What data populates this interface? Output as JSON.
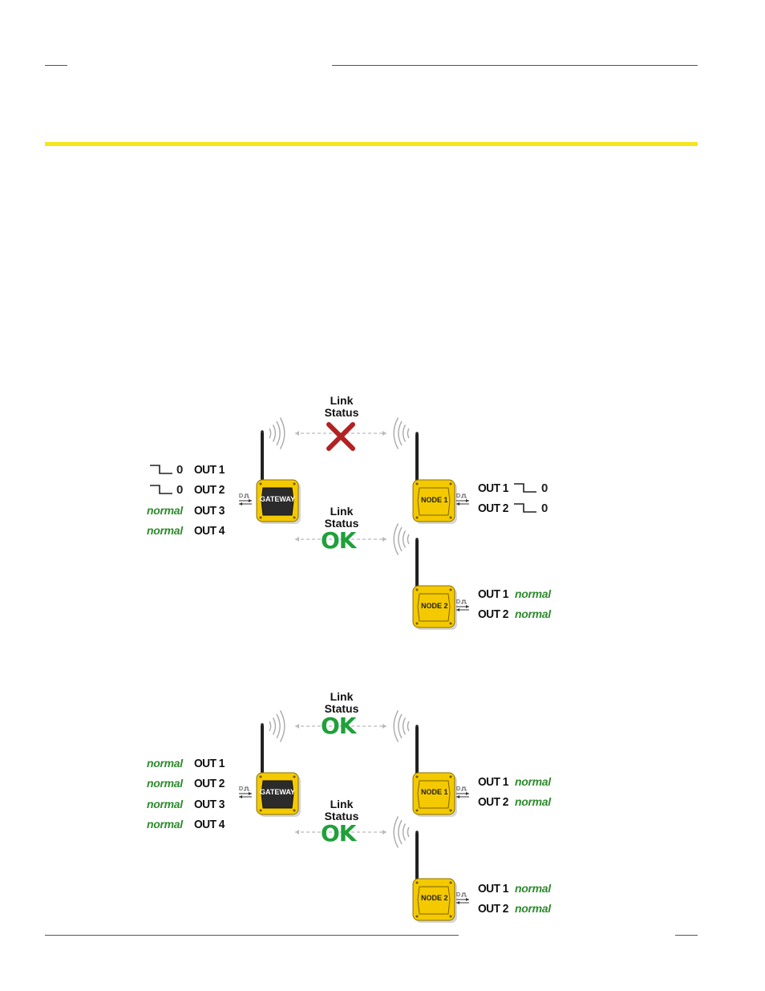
{
  "colors": {
    "yellow": "#f5e61a",
    "device_yellow": "#f4c900",
    "ok_green": "#1fa03a",
    "normal_green": "#2e8b2e",
    "fail_red": "#b22222",
    "rule_gray": "#555555"
  },
  "diagrams": [
    {
      "gateway": {
        "label": "GATEWAY",
        "outputs": [
          {
            "label": "OUT 1",
            "state": "0",
            "mode": "pulse"
          },
          {
            "label": "OUT 2",
            "state": "0",
            "mode": "pulse"
          },
          {
            "label": "OUT 3",
            "state": "normal",
            "mode": "text"
          },
          {
            "label": "OUT 4",
            "state": "normal",
            "mode": "text"
          }
        ]
      },
      "link1": {
        "title1": "Link",
        "title2": "Status",
        "status": "fail",
        "icon": "red-x-icon"
      },
      "link2": {
        "title1": "Link",
        "title2": "Status",
        "status": "OK"
      },
      "node1": {
        "label": "NODE 1",
        "outputs": [
          {
            "label": "OUT 1",
            "state": "0",
            "mode": "pulse"
          },
          {
            "label": "OUT 2",
            "state": "0",
            "mode": "pulse"
          }
        ]
      },
      "node2": {
        "label": "NODE 2",
        "outputs": [
          {
            "label": "OUT 1",
            "state": "normal",
            "mode": "text"
          },
          {
            "label": "OUT 2",
            "state": "normal",
            "mode": "text"
          }
        ]
      }
    },
    {
      "gateway": {
        "label": "GATEWAY",
        "outputs": [
          {
            "label": "OUT 1",
            "state": "normal",
            "mode": "text"
          },
          {
            "label": "OUT 2",
            "state": "normal",
            "mode": "text"
          },
          {
            "label": "OUT 3",
            "state": "normal",
            "mode": "text"
          },
          {
            "label": "OUT 4",
            "state": "normal",
            "mode": "text"
          }
        ]
      },
      "link1": {
        "title1": "Link",
        "title2": "Status",
        "status": "OK"
      },
      "link2": {
        "title1": "Link",
        "title2": "Status",
        "status": "OK"
      },
      "node1": {
        "label": "NODE 1",
        "outputs": [
          {
            "label": "OUT 1",
            "state": "normal",
            "mode": "text"
          },
          {
            "label": "OUT 2",
            "state": "normal",
            "mode": "text"
          }
        ]
      },
      "node2": {
        "label": "NODE 2",
        "outputs": [
          {
            "label": "OUT 1",
            "state": "normal",
            "mode": "text"
          },
          {
            "label": "OUT 2",
            "state": "normal",
            "mode": "text"
          }
        ]
      }
    }
  ]
}
